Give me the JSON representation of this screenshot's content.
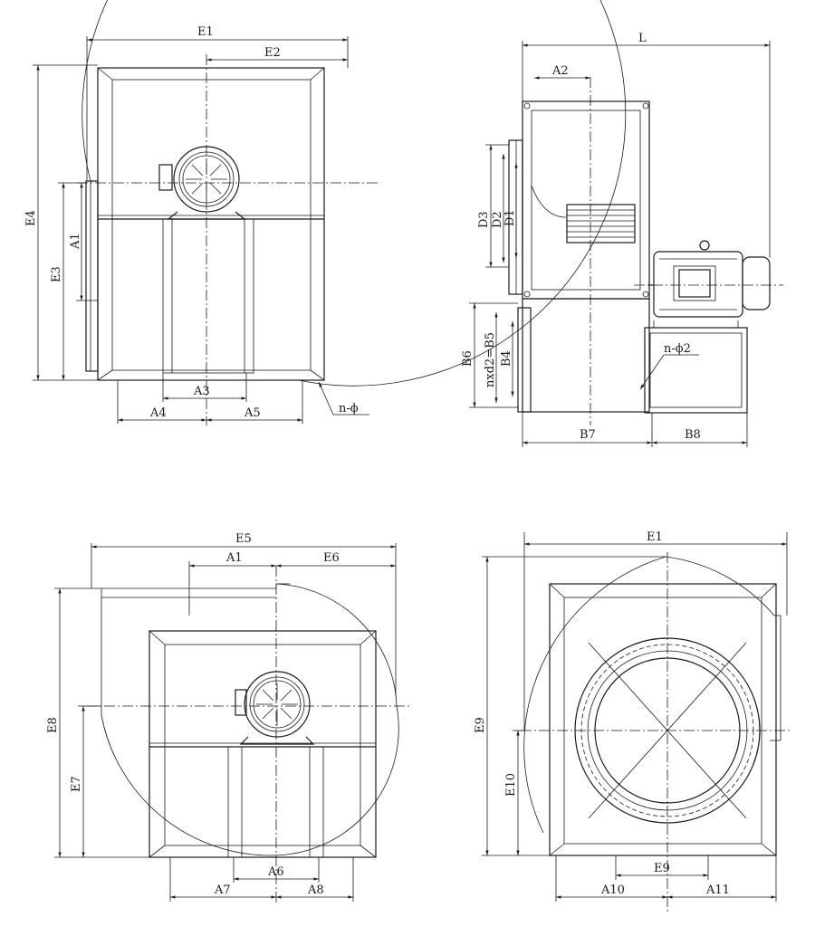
{
  "views": {
    "front": {
      "labels": {
        "E1": "E1",
        "E2": "E2",
        "E3": "E3",
        "E4": "E4",
        "A1": "A1",
        "A3": "A3",
        "A4": "A4",
        "A5": "A5",
        "n_phi": "n-ϕ"
      }
    },
    "side": {
      "labels": {
        "L": "L",
        "A2": "A2",
        "D3": "D3",
        "D2": "D2",
        "D1": "D1",
        "B6": "B6",
        "nxd2_B5": "nxd2=B5",
        "B4": "B4",
        "n_phi2": "n-ϕ2",
        "B7": "B7",
        "B8": "B8"
      }
    },
    "front2": {
      "labels": {
        "E5": "E5",
        "A1": "A1",
        "E6": "E6",
        "E8": "E8",
        "E7": "E7",
        "A6": "A6",
        "A7": "A7",
        "A8": "A8"
      }
    },
    "rear": {
      "labels": {
        "E1": "E1",
        "E9": "E9",
        "E10": "E10",
        "E9b": "E9",
        "A10": "A10",
        "A11": "A11"
      }
    }
  },
  "icons": [
    "motor-icon",
    "fan-impeller-icon",
    "flange-bolt-icon"
  ]
}
